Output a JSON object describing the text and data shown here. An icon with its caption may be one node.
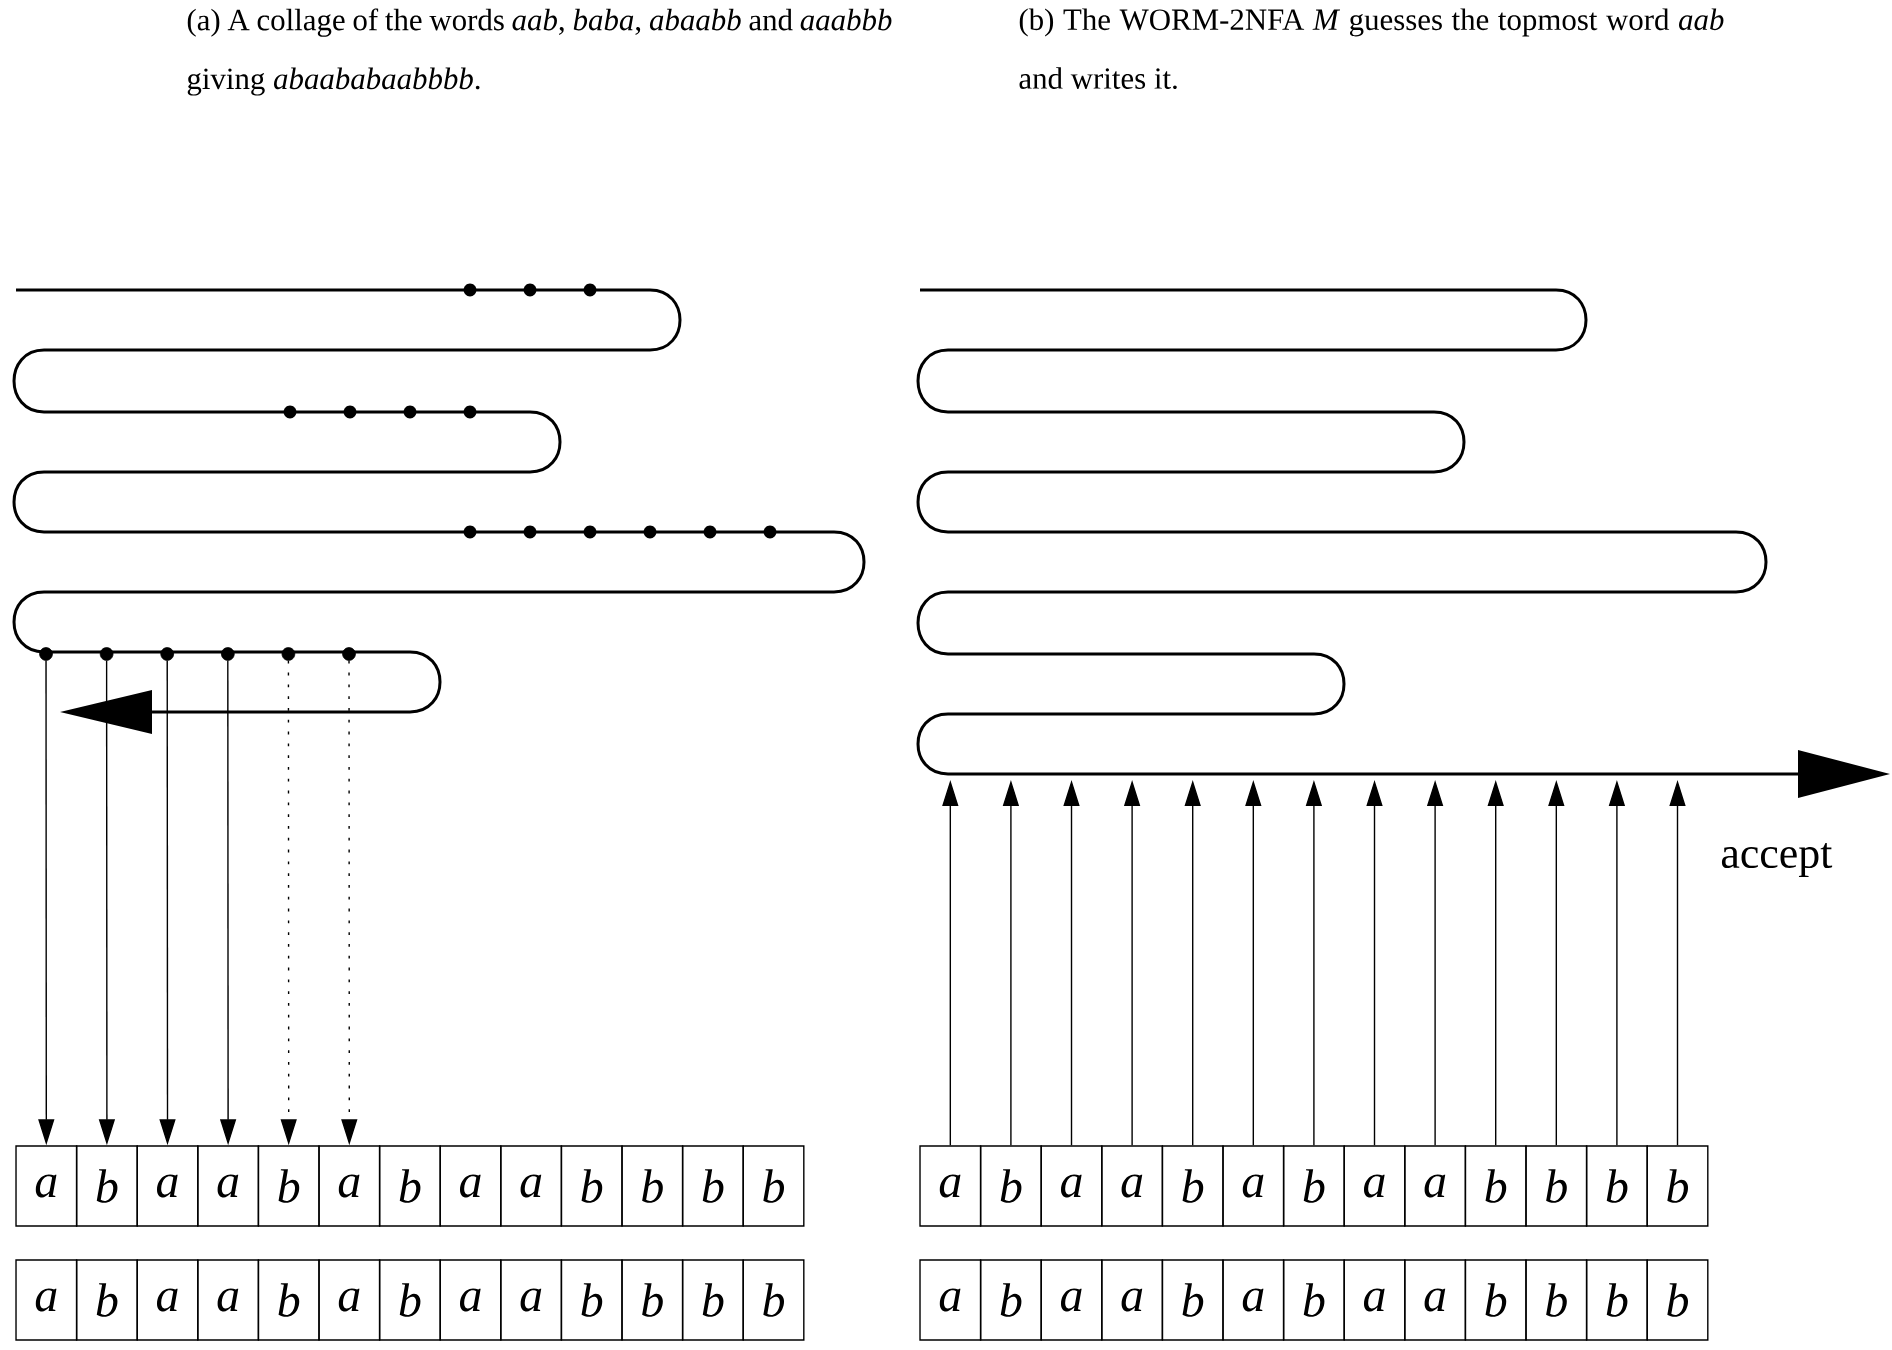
{
  "diagram": {
    "nodes": [
      {
        "text": [],
        "shape": "circle"
      },
      {
        "text": [],
        "shape": "circle"
      },
      {
        "text": [],
        "shape": "circle"
      },
      {
        "text": [],
        "shape": "circle"
      },
      {
        "text": [],
        "shape": "circle"
      },
      {
        "text": [],
        "shape": "circle"
      },
      {
        "text": [
          "a"
        ]
      },
      {
        "text": [
          "b"
        ]
      },
      {
        "text": [
          "a"
        ]
      },
      {
        "text": [
          "a"
        ]
      },
      {
        "text": [
          "b"
        ]
      },
      {
        "text": [
          "a"
        ]
      },
      {
        "text": [
          "b"
        ]
      },
      {
        "text": [
          "a"
        ]
      },
      {
        "text": [
          "a"
        ]
      },
      {
        "text": [
          "b"
        ]
      },
      {
        "text": [
          "b"
        ]
      },
      {
        "text": [
          "b"
        ]
      },
      {
        "text": [
          "b"
        ]
      },
      {
        "text": [
          "a"
        ]
      },
      {
        "text": [
          "b"
        ]
      },
      {
        "text": [
          "a"
        ]
      },
      {
        "text": [
          "a"
        ]
      },
      {
        "text": [
          "b"
        ]
      },
      {
        "text": [
          "a"
        ]
      },
      {
        "text": [
          "b"
        ]
      },
      {
        "text": [
          "a"
        ]
      },
      {
        "text": [
          "a"
        ]
      },
      {
        "text": [
          "b"
        ]
      },
      {
        "text": [
          "b"
        ]
      },
      {
        "text": [
          "b"
        ]
      },
      {
        "text": [
          "b"
        ]
      },
      {
        "text": [
          "a"
        ]
      },
      {
        "text": [
          "b"
        ]
      },
      {
        "text": [
          "a"
        ]
      },
      {
        "text": [
          "a"
        ]
      },
      {
        "text": [
          "b"
        ]
      },
      {
        "text": [
          "a"
        ]
      },
      {
        "text": [
          "b"
        ]
      },
      {
        "text": [
          "a"
        ]
      },
      {
        "text": [
          "a"
        ]
      },
      {
        "text": [
          "b"
        ]
      },
      {
        "text": [
          "b"
        ]
      },
      {
        "text": [
          "b"
        ]
      },
      {
        "text": [
          "b"
        ]
      },
      {
        "text": [
          "a"
        ]
      },
      {
        "text": [
          "b"
        ]
      },
      {
        "text": [
          "a"
        ]
      },
      {
        "text": [
          "a"
        ]
      },
      {
        "text": [
          "b"
        ]
      },
      {
        "text": [
          "a"
        ]
      },
      {
        "text": [
          "b"
        ]
      },
      {
        "text": [
          "a"
        ]
      },
      {
        "text": [
          "a"
        ]
      },
      {
        "text": [
          "b"
        ]
      },
      {
        "text": [
          "b"
        ]
      },
      {
        "text": [
          "b"
        ]
      },
      {
        "text": [
          "b"
        ]
      }
    ],
    "edges": [
      {
        "from": 0,
        "to": 6,
        "arrow": "to"
      },
      {
        "from": 1,
        "to": 7,
        "arrow": "to"
      },
      {
        "from": 2,
        "to": 8,
        "arrow": "to"
      },
      {
        "from": 3,
        "to": 9,
        "arrow": "to"
      },
      {
        "from": 4,
        "to": 10,
        "arrow": "to",
        "style": "dashed"
      },
      {
        "from": 5,
        "to": 11,
        "arrow": "to",
        "style": "dashed"
      },
      {
        "from": 32,
        "to": null,
        "arrow": "to"
      },
      {
        "from": 33,
        "to": null,
        "arrow": "to"
      },
      {
        "from": 34,
        "to": null,
        "arrow": "to"
      },
      {
        "from": 35,
        "to": null,
        "arrow": "to"
      },
      {
        "from": 36,
        "to": null,
        "arrow": "to"
      },
      {
        "from": 37,
        "to": null,
        "arrow": "to"
      },
      {
        "from": 38,
        "to": null,
        "arrow": "to"
      },
      {
        "from": 39,
        "to": null,
        "arrow": "to"
      },
      {
        "from": 40,
        "to": null,
        "arrow": "to"
      },
      {
        "from": 41,
        "to": null,
        "arrow": "to"
      },
      {
        "from": 42,
        "to": null,
        "arrow": "to"
      },
      {
        "from": 43,
        "to": null,
        "arrow": "to"
      },
      {
        "from": 44,
        "to": null,
        "arrow": "to"
      }
    ],
    "labels": [
      "(a) A collage of the words *aab*, *baba*, *abaabb* and *aaabbb* giving *abaababaabbbb*.",
      "(b) The WORM-2NFA *M* guesses the topmost word *aab* and writes it.",
      "accept"
    ]
  }
}
